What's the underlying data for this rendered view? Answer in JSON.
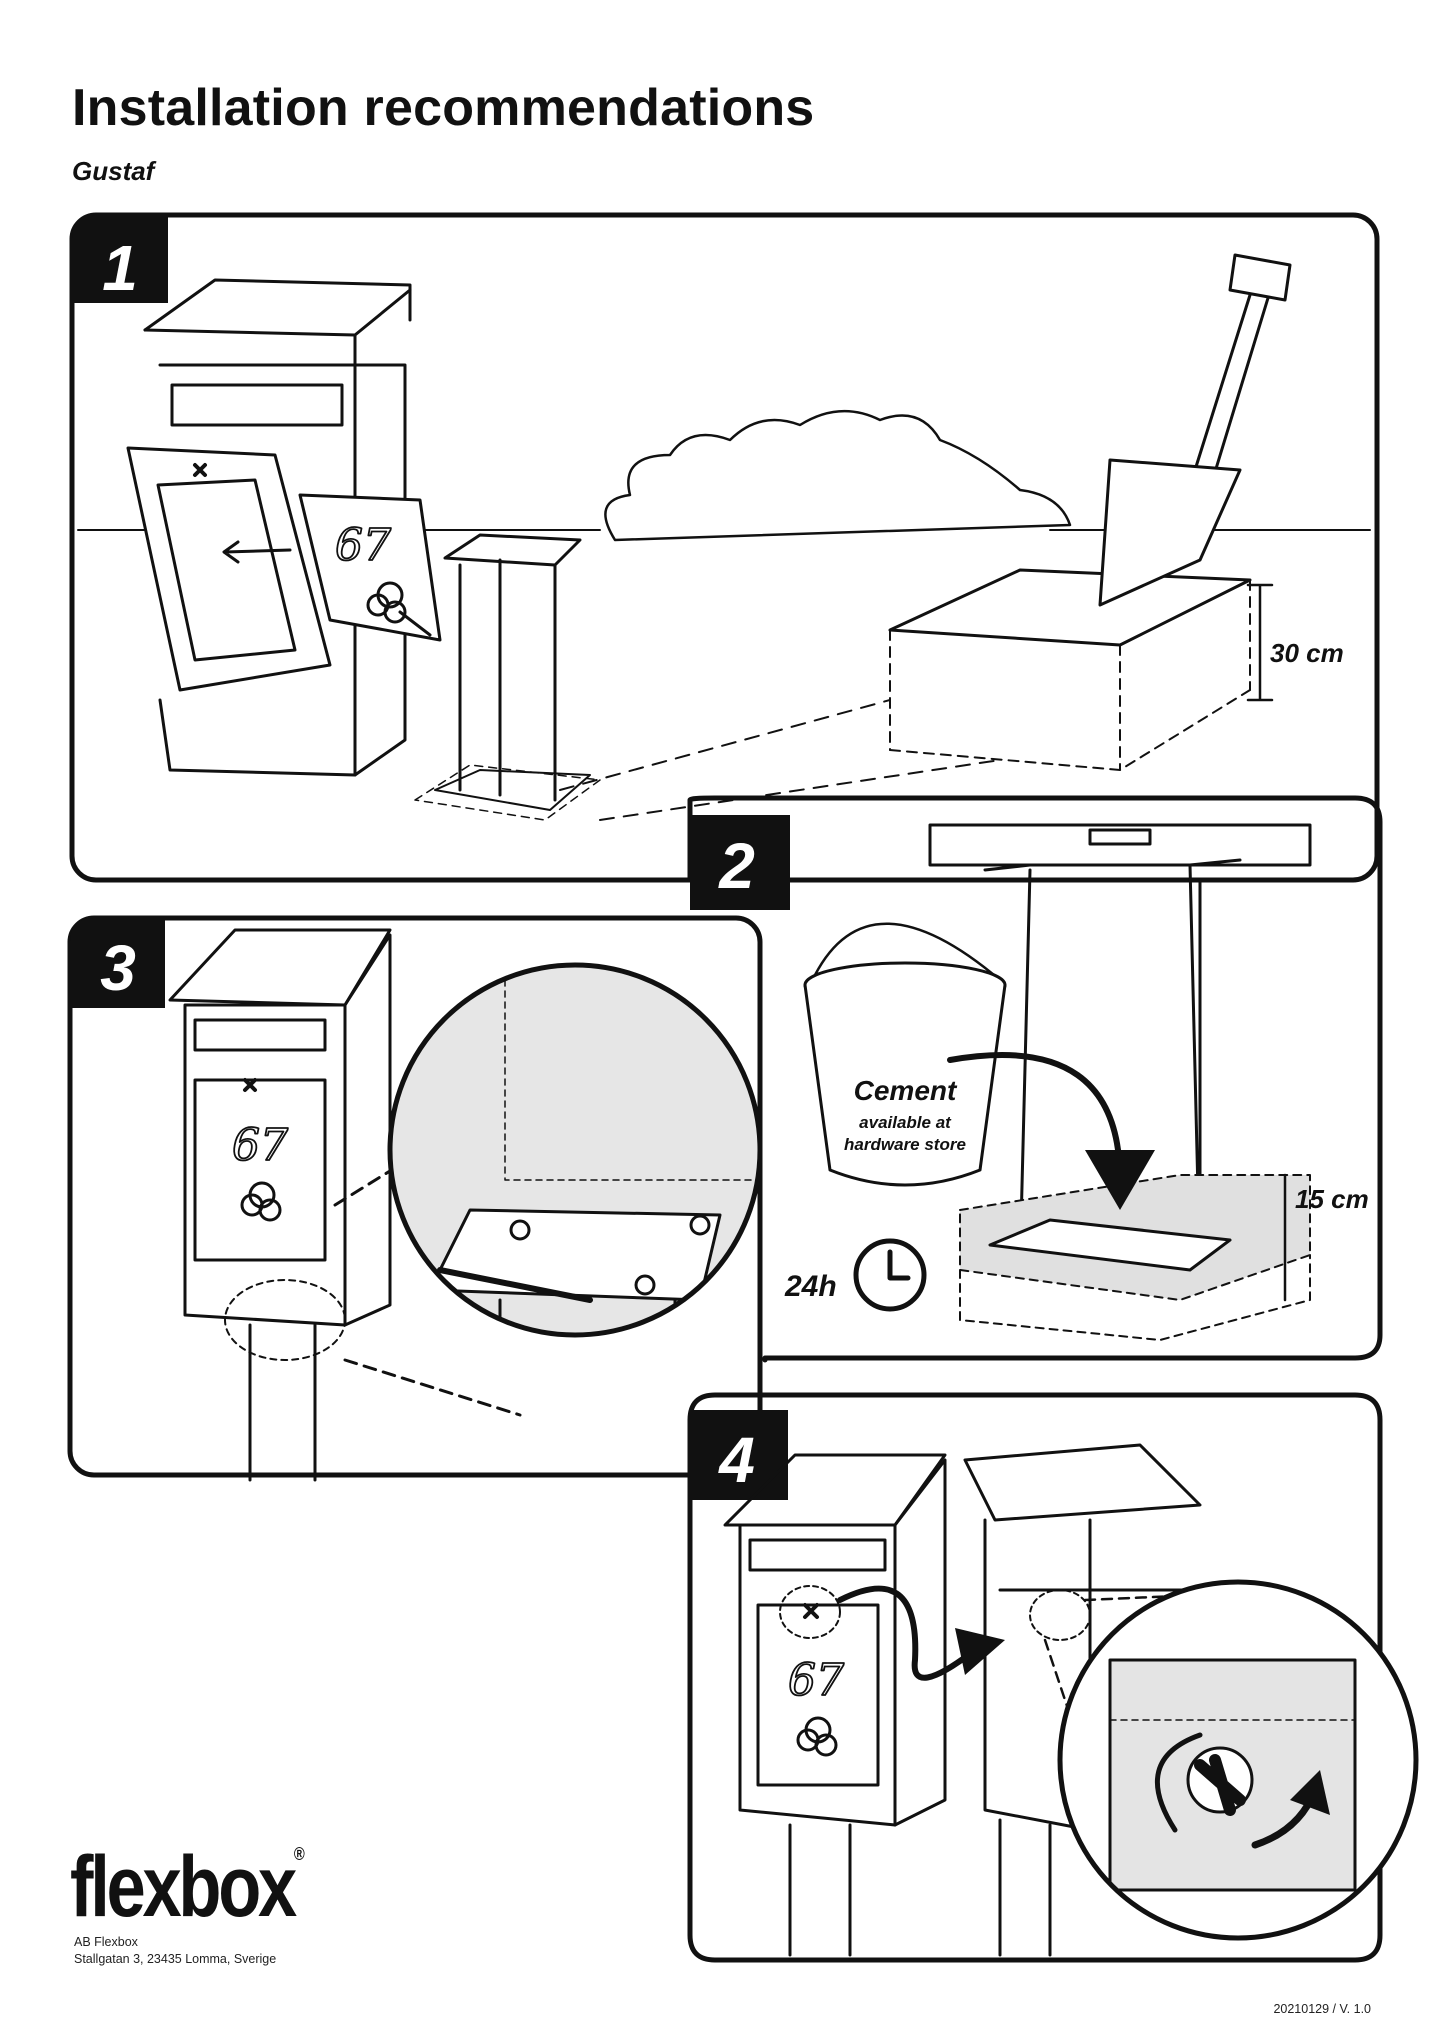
{
  "header": {
    "title": "Installation recommendations",
    "subtitle": "Gustaf"
  },
  "steps": [
    {
      "number": "1",
      "labels": {
        "depth": "30 cm",
        "plate_number": "67"
      }
    },
    {
      "number": "2",
      "labels": {
        "bucket_title": "Cement",
        "bucket_line1": "available at",
        "bucket_line2": "hardware store",
        "depth": "15 cm",
        "cure_time": "24h"
      }
    },
    {
      "number": "3",
      "labels": {
        "plate_number": "67"
      }
    },
    {
      "number": "4",
      "labels": {
        "plate_number": "67"
      }
    }
  ],
  "footer": {
    "brand": "flexbox",
    "registered": "®",
    "company": "AB Flexbox",
    "address": "Stallgatan 3, 23435 Lomma, Sverige",
    "version": "20210129 / V. 1.0"
  },
  "icons": [
    "mailbox-icon",
    "post-icon",
    "shovel-icon",
    "bush-icon",
    "bucket-icon",
    "level-icon",
    "clock-icon",
    "wrench-icon",
    "arrow-icon",
    "wing-nut-icon"
  ]
}
